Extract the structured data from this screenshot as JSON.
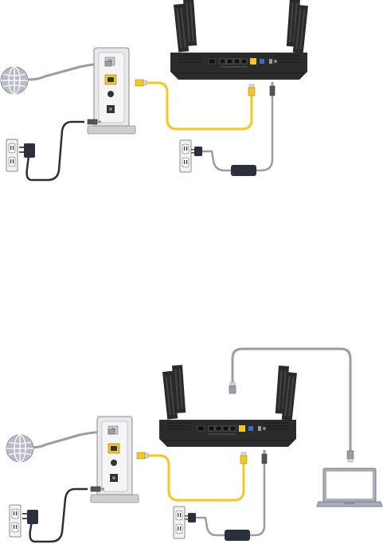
{
  "diagrams": [
    {
      "devices": [
        "internet-globe",
        "modem",
        "router",
        "power-outlet-modem",
        "power-outlet-router",
        "power-adapter"
      ],
      "cables": [
        "internet-cable",
        "ethernet-cable-yellow",
        "modem-power-cable",
        "router-power-cable"
      ]
    },
    {
      "devices": [
        "internet-globe",
        "modem",
        "router",
        "power-outlet-modem",
        "power-outlet-router",
        "power-adapter",
        "laptop"
      ],
      "cables": [
        "internet-cable",
        "ethernet-cable-yellow",
        "modem-power-cable",
        "router-power-cable",
        "ethernet-cable-laptop"
      ]
    }
  ],
  "colors": {
    "cable_yellow": "#f4c91b",
    "cable_gray": "#9c9ca8",
    "cable_dark": "#2c2f3c",
    "router_body": "#2b2b2b",
    "globe": "#b9bcc8",
    "device_light": "#e8e8ea",
    "laptop": "#a9abb8"
  }
}
